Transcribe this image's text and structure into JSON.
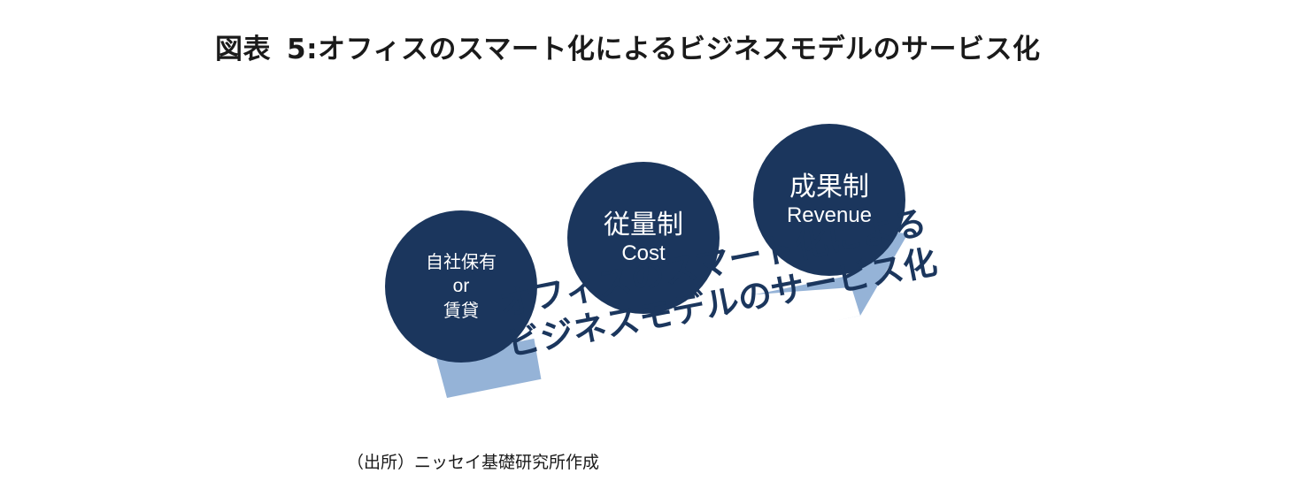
{
  "title": {
    "prefix": "図表",
    "text": "5:オフィスのスマート化によるビジネスモデルのサービス化"
  },
  "stages": [
    {
      "lines": [
        "自社保有",
        "or",
        "賃貸"
      ]
    },
    {
      "main": "従量制",
      "sub": "Cost"
    },
    {
      "main": "成果制",
      "sub": "Revenue"
    }
  ],
  "arrow_caption": {
    "line1": "オフィスのスマート化による",
    "line2": "ビジネスモデルのサービス化"
  },
  "source": "（出所）ニッセイ基礎研究所作成",
  "colors": {
    "circle": "#1b365d",
    "arrow": "#95b3d7",
    "caption": "#1b365d"
  }
}
